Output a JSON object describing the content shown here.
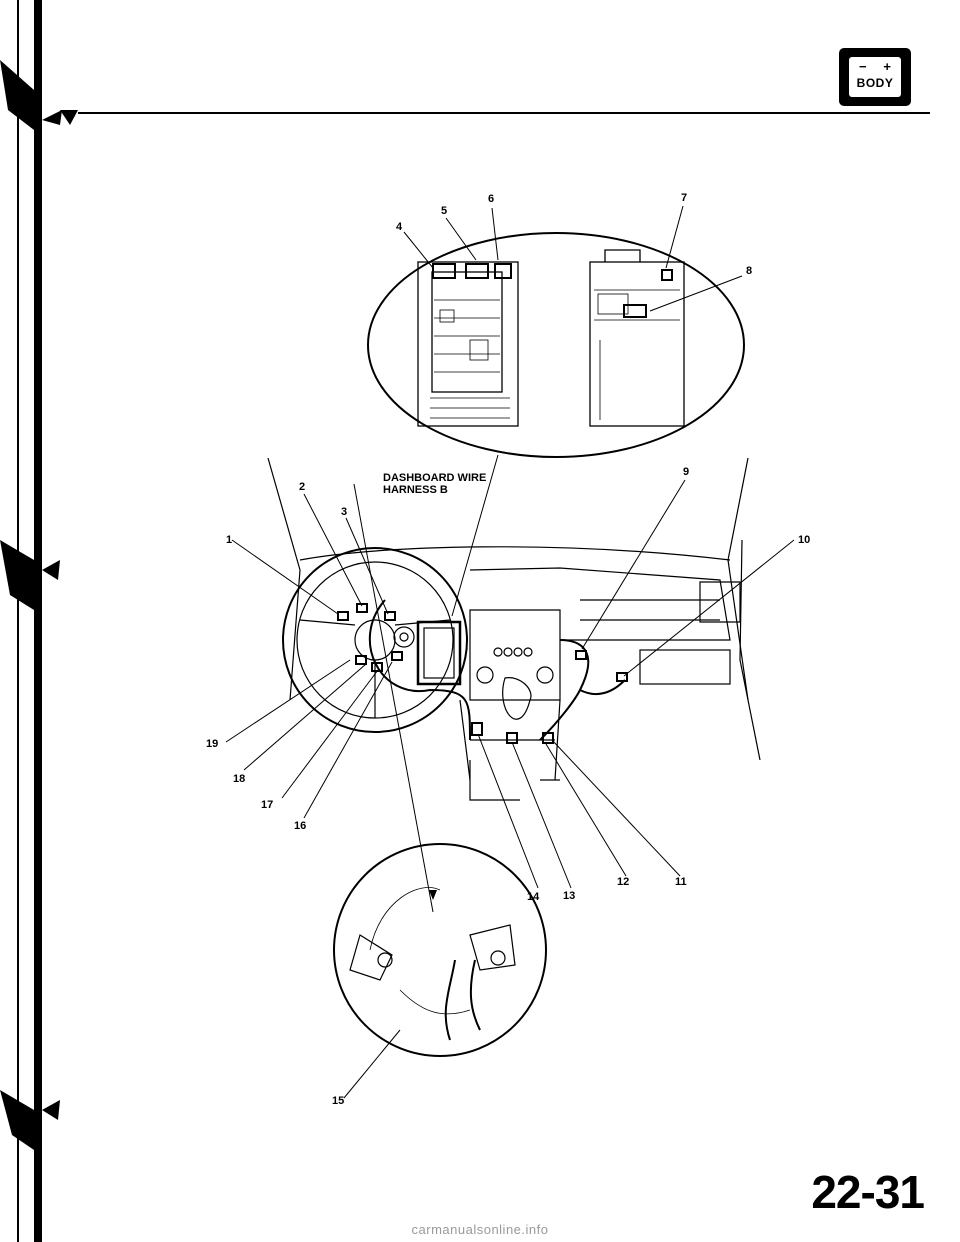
{
  "header": {
    "section_badge": {
      "text": "BODY",
      "minus": "−",
      "plus": "+",
      "icon": "battery-icon"
    }
  },
  "diagram": {
    "harness_label": "DASHBOARD WIRE HARNESS B",
    "callouts": [
      "1",
      "2",
      "3",
      "4",
      "5",
      "6",
      "7",
      "8",
      "9",
      "10",
      "11",
      "12",
      "13",
      "14",
      "15",
      "16",
      "17",
      "18",
      "19"
    ]
  },
  "footer": {
    "page_number": "22-31",
    "watermark": "carmanualsonline.info"
  }
}
